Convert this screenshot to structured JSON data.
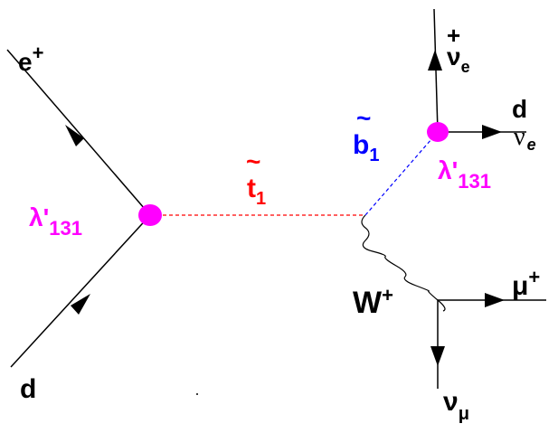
{
  "diagram": {
    "colors": {
      "line": "#000000",
      "vertex": "#ff00ff",
      "stop": "#ff0000",
      "sbottom": "#0000ff",
      "text": "#000000"
    },
    "labels": {
      "e_plus_base": "e",
      "e_plus_sup": "+",
      "d_in": "d",
      "lambda_left_base": "λ'",
      "lambda_left_sub": "131",
      "stop_tilde": "~",
      "stop_base": "t",
      "stop_sub": "1",
      "sbottom_tilde": "~",
      "sbottom_base": "b",
      "sbottom_sub": "1",
      "lambda_right_base": "λ'",
      "lambda_right_sub": "131",
      "nue_top_bar": "+",
      "nue_top_base": "ν",
      "nue_top_sub": "e",
      "d_out_bar": "d",
      "nue_right_base": "ν",
      "nue_right_sub": "e",
      "w_base": "W",
      "w_sup": "+",
      "mu_base": "μ",
      "mu_sup": "+",
      "numu_base": "ν",
      "numu_sub": "μ"
    }
  }
}
